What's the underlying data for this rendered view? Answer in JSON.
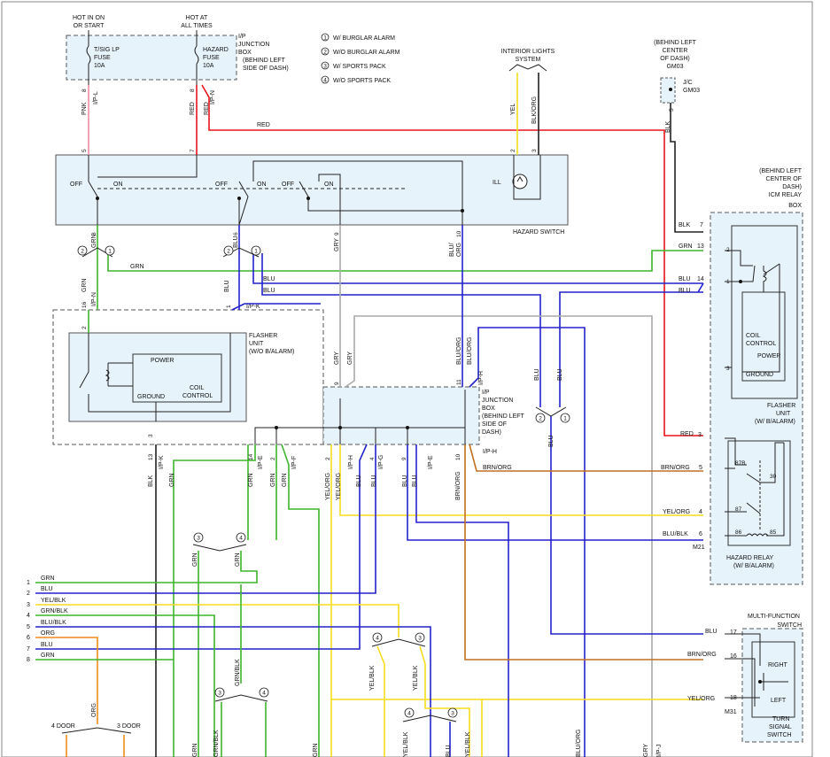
{
  "colors": {
    "RED": "#e8141b",
    "PNK": "#f28aa6",
    "GRN": "#3db52c",
    "BLU": "#2222cc",
    "YEL": "#f5dc1e",
    "ORG": "#f08c1a",
    "BRN": "#c27020",
    "GRY": "#aaaaaa",
    "BLK": "#222222",
    "box_fill": "#e6f3fb"
  },
  "header": {
    "hot_on_start": [
      "HOT IN ON",
      "OR START"
    ],
    "hot_all_times": [
      "HOT AT",
      "ALL TIMES"
    ],
    "ip_jbox": [
      "I/P",
      "JUNCTION",
      "BOX",
      "(BEHIND LEFT",
      "SIDE OF DASH)"
    ],
    "fuse_left": [
      "T/SIG LP",
      "FUSE",
      "10A"
    ],
    "fuse_right": [
      "HAZARD",
      "FUSE",
      "10A"
    ],
    "legend": [
      {
        "num": "1",
        "text": "W/ BURGLAR ALARM"
      },
      {
        "num": "2",
        "text": "W/O BURGLAR ALARM"
      },
      {
        "num": "3",
        "text": "W/ SPORTS PACK"
      },
      {
        "num": "4",
        "text": "W/O SPORTS PACK"
      }
    ],
    "interior_lights": [
      "INTERIOR LIGHTS",
      "SYSTEM"
    ],
    "gm03_loc": [
      "(BEHIND LEFT",
      "CENTER",
      "OF DASH)",
      "GM03"
    ],
    "jc": [
      "J/C",
      "GM03"
    ]
  },
  "hazard_switch": {
    "label": "HAZARD SWITCH",
    "ill": "ILL",
    "contacts": [
      {
        "off": "OFF",
        "on": "ON"
      },
      {
        "off": "OFF",
        "on": "ON"
      },
      {
        "off": "OFF",
        "on": "ON"
      }
    ]
  },
  "flasher_left": {
    "title": [
      "FLASHER",
      "UNIT",
      "(W/O B/ALARM)"
    ],
    "power": "POWER",
    "ground": "GROUND",
    "coil": [
      "COIL",
      "CONTROL"
    ],
    "conn": "I/P-K"
  },
  "ip_jbox_bottom": [
    "I/P",
    "JUNCTION",
    "BOX",
    "(BEHIND LEFT",
    "SIDE OF",
    "DASH)"
  ],
  "icm": {
    "location": [
      "(BEHIND LEFT",
      "CENTER OF",
      "DASH)",
      "ICM RELAY",
      "BOX"
    ],
    "flasher": [
      "FLASHER",
      "UNIT",
      "(W/ B/ALARM)"
    ],
    "coil": [
      "COIL",
      "CONTROL"
    ],
    "power": "POWER",
    "ground": "GROUND"
  },
  "hazard_relay": {
    "label": [
      "HAZARD RELAY",
      "(W/ B/ALARM)"
    ],
    "conn": "M21",
    "terminals": [
      "87B",
      "30",
      "87",
      "86",
      "85"
    ]
  },
  "mfs": {
    "title": [
      "MULTI-FUNCTION",
      "SWITCH"
    ],
    "right": "RIGHT",
    "left": "LEFT",
    "sub": [
      "TURN",
      "SIGNAL",
      "SWITCH"
    ],
    "conn": "M31"
  },
  "wire_labels": {
    "pnk": "PNK",
    "red": "RED",
    "grn": "GRN",
    "blu": "BLU",
    "gry": "GRY",
    "yel": "YEL",
    "blk": "BLK",
    "blk_org": "BLK/ORG",
    "blu_org": "BLU/ORG",
    "brn_org": "BRN/ORG",
    "yel_org": "YEL/ORG",
    "blu_blk": "BLU/BLK",
    "grn_blk": "GRN/BLK",
    "yel_blk": "YEL/BLK",
    "org": "ORG",
    "blu_slash": "BLU/",
    "org_part": "ORG"
  },
  "connectors": {
    "ip_l": "I/P-L",
    "ip_n": "I/P-N",
    "ip_k": "I/P-K",
    "ip_h": "I/P-H",
    "ip_e": "I/P-E",
    "ip_f": "I/P-F",
    "ip_g": "I/P-G",
    "ip_j": "I/P-J"
  },
  "pins": {
    "p8": "8",
    "p7": "7",
    "p5": "5",
    "p2": "2",
    "p3": "3",
    "p9": "9",
    "p10": "10",
    "p6": "6",
    "p13": "13",
    "p14": "14",
    "p16": "16",
    "p1": "1",
    "p4": "4",
    "p11": "11",
    "p17": "17",
    "p18": "18"
  },
  "bus_rows": [
    {
      "num": "1",
      "label": "GRN"
    },
    {
      "num": "2",
      "label": "BLU"
    },
    {
      "num": "3",
      "label": "YEL/BLK"
    },
    {
      "num": "4",
      "label": "GRN/BLK"
    },
    {
      "num": "5",
      "label": "BLU/BLK"
    },
    {
      "num": "6",
      "label": "ORG"
    },
    {
      "num": "7",
      "label": "BLU"
    },
    {
      "num": "8",
      "label": "GRN"
    }
  ],
  "door": {
    "four": "4 DOOR",
    "three": "3 DOOR"
  }
}
